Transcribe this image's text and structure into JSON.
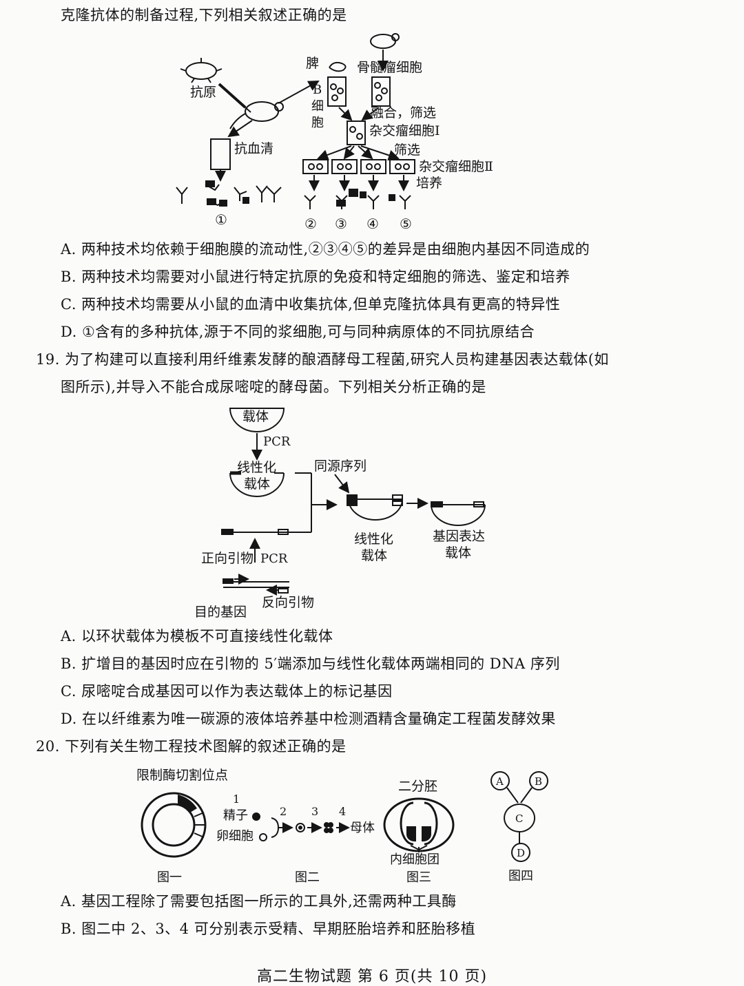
{
  "top_line": "克隆抗体的制备过程,下列相关叙述正确的是",
  "fig18": {
    "antigen": "抗原",
    "spleen": "脾",
    "myeloma": "骨髓瘤细胞",
    "b_cell_b": "B",
    "b_cell_xi": "细",
    "b_cell_bao": "胞",
    "fusion": "融合，筛选",
    "hybridoma1": "杂交瘤细胞Ⅰ",
    "screen": "筛选",
    "hybridoma2": "杂交瘤细胞Ⅱ",
    "culture": "培养",
    "antiserum": "抗血清",
    "n1": "①",
    "n2": "②",
    "n3": "③",
    "n4": "④",
    "n5": "⑤"
  },
  "q18_options": {
    "A": "A. 两种技术均依赖于细胞膜的流动性,②③④⑤的差异是由细胞内基因不同造成的",
    "B": "B. 两种技术均需要对小鼠进行特定抗原的免疫和特定细胞的筛选、鉴定和培养",
    "C": "C. 两种技术均需要从小鼠的血清中收集抗体,但单克隆抗体具有更高的特异性",
    "D": "D. ①含有的多种抗体,源于不同的浆细胞,可与同种病原体的不同抗原结合"
  },
  "q19": {
    "stem1": "19. 为了构建可以直接利用纤维素发酵的酿酒酵母工程菌,研究人员构建基因表达载体(如",
    "stem2": "图所示),并导入不能合成尿嘧啶的酵母菌。下列相关分析正确的是"
  },
  "fig19": {
    "vector": "载体",
    "pcr1": "PCR",
    "linear1": "线性化",
    "linear1b": "载体",
    "homologous": "同源序列",
    "linear2": "线性化",
    "linear2b": "载体",
    "expr": "基因表达",
    "expr_b": "载体",
    "fwd_primer": "正向引物",
    "pcr2": "PCR",
    "target_gene": "目的基因",
    "rev_primer": "反向引物"
  },
  "q19_options": {
    "A": "A. 以环状载体为模板不可直接线性化载体",
    "B": "B. 扩增目的基因时应在引物的 5′端添加与线性化载体两端相同的 DNA 序列",
    "C": "C. 尿嘧啶合成基因可以作为表达载体上的标记基因",
    "D": "D. 在以纤维素为唯一碳源的液体培养基中检测酒精含量确定工程菌发酵效果"
  },
  "q20": {
    "stem": "20. 下列有关生物工程技术图解的叙述正确的是"
  },
  "fig20": {
    "cut_site": "限制酶切割位点",
    "sperm": "精子",
    "egg": "卵细胞",
    "n1": "1",
    "n2": "2",
    "n3": "3",
    "n4": "4",
    "mother": "母体",
    "two_embryo": "二分胚",
    "icm": "内细胞团",
    "cA": "A",
    "cB": "B",
    "cC": "C",
    "cD": "D",
    "fig1": "图一",
    "fig2": "图二",
    "fig3": "图三",
    "fig4": "图四"
  },
  "q20_options": {
    "A": "A. 基因工程除了需要包括图一所示的工具外,还需两种工具酶",
    "B": "B. 图二中 2、3、4 可分别表示受精、早期胚胎培养和胚胎移植"
  },
  "footer": "高二生物试题 第 6 页(共 10 页)"
}
